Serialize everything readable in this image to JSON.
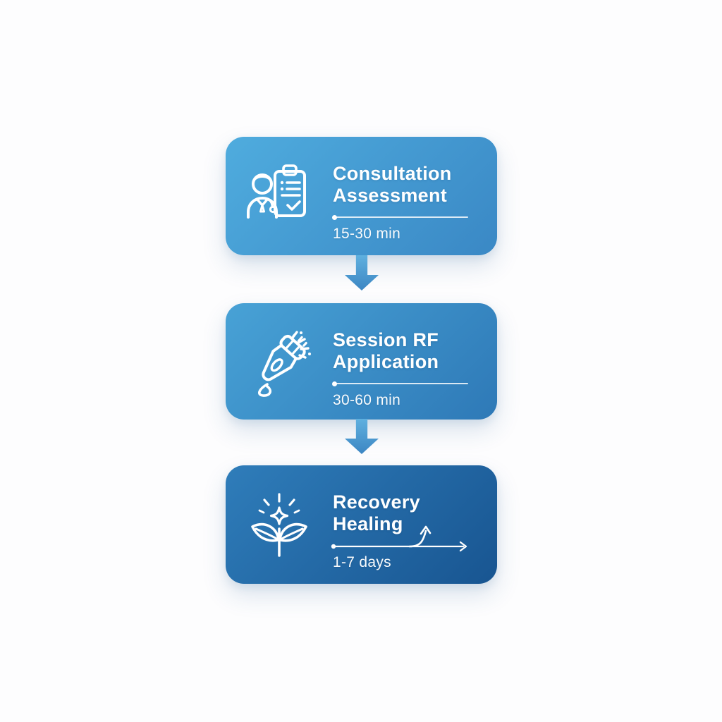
{
  "page": {
    "background_color": "#fdfdfe"
  },
  "diagram": {
    "text_color": "#ffffff",
    "divider_color": "rgba(255,255,255,0.85)",
    "connector": {
      "angle": "180deg",
      "start": "#5FB0DF",
      "end": "#3C86C3"
    },
    "steps": [
      {
        "icon": "doctor-clipboard-icon",
        "title_line1": "Consultation",
        "title_line2": "Assessment",
        "duration": "15-30 min",
        "gradient": {
          "angle": "135deg",
          "start": "#4FACDE",
          "end": "#3A88C5"
        }
      },
      {
        "icon": "rf-handpiece-icon",
        "title_line1": "Session RF",
        "title_line2": "Application",
        "duration": "30-60 min",
        "gradient": {
          "angle": "135deg",
          "start": "#48A2D6",
          "end": "#2E79B7"
        }
      },
      {
        "icon": "plant-sparkle-icon",
        "title_line1": "Recovery",
        "title_line2": "Healing",
        "duration": "1-7 days",
        "gradient": {
          "angle": "135deg",
          "start": "#2F7DBA",
          "end": "#185591"
        }
      }
    ]
  }
}
